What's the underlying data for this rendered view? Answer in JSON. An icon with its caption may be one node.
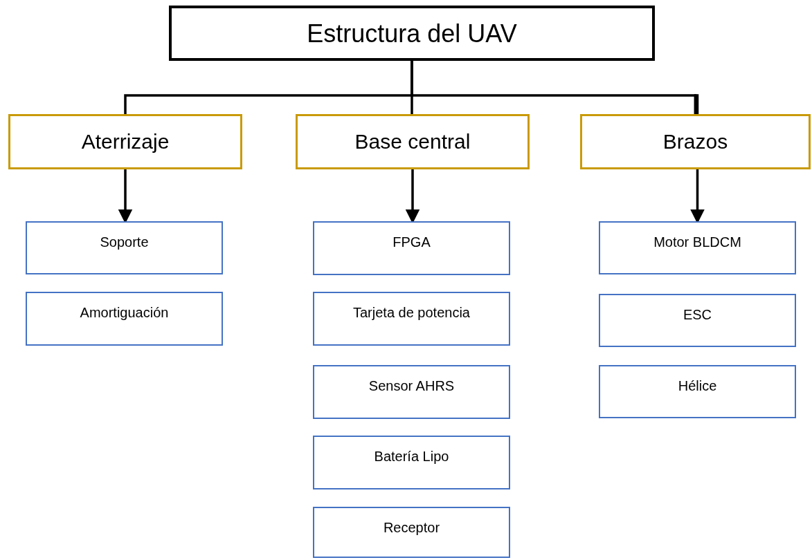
{
  "diagram": {
    "nodes": [
      {
        "text": [
          "Estructura del UAV"
        ]
      },
      {
        "text": [
          "Aterrizaje"
        ]
      },
      {
        "text": [
          "Base central"
        ]
      },
      {
        "text": [
          "Brazos"
        ]
      },
      {
        "text": [
          "Soporte"
        ]
      },
      {
        "text": [
          "Amortiguación"
        ]
      },
      {
        "text": [
          "FPGA"
        ]
      },
      {
        "text": [
          "Tarjeta de potencia"
        ]
      },
      {
        "text": [
          "Sensor AHRS"
        ]
      },
      {
        "text": [
          "Batería Lipo"
        ]
      },
      {
        "text": [
          "Receptor"
        ]
      },
      {
        "text": [
          "Motor BLDCM"
        ]
      },
      {
        "text": [
          "ESC"
        ]
      },
      {
        "text": [
          "Hélice"
        ]
      }
    ],
    "edges": [
      {
        "from": 0,
        "to": 1,
        "arrow": "none"
      },
      {
        "from": 0,
        "to": 2,
        "arrow": "none"
      },
      {
        "from": 0,
        "to": 3,
        "arrow": "none"
      },
      {
        "from": 1,
        "to": 4,
        "arrow": "to"
      },
      {
        "from": 2,
        "to": 6,
        "arrow": "to"
      },
      {
        "from": 3,
        "to": 11,
        "arrow": "to"
      }
    ]
  }
}
